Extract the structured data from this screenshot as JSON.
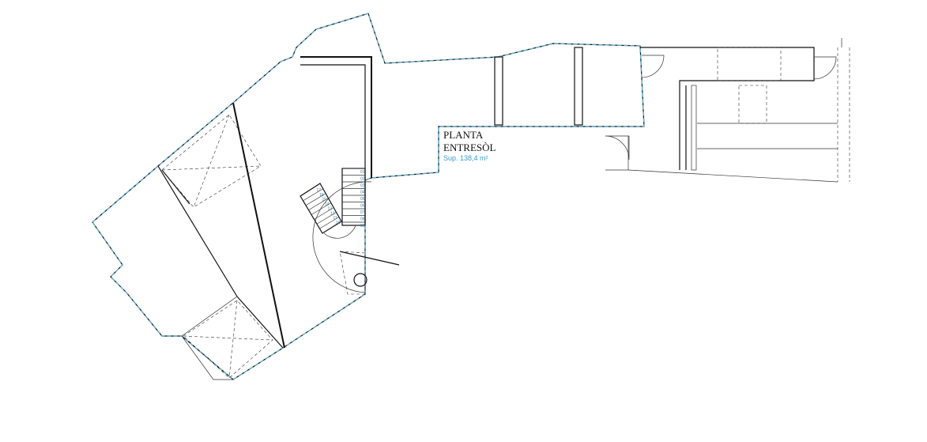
{
  "plan": {
    "title_line1": "PLANTA",
    "title_line2": "ENTRESÒL",
    "surface": "Sup.  138,4  m²",
    "stair_numbers_a": [
      "01",
      "02",
      "03",
      "04",
      "05",
      "06",
      "07",
      "08",
      "09"
    ],
    "stair_numbers_b": [
      "10",
      "11",
      "12",
      "13",
      "14",
      "15",
      "16",
      "17"
    ]
  },
  "colors": {
    "outline": "#5fb0d0",
    "lines": "#111111",
    "label_blue": "#3a9ccc"
  }
}
